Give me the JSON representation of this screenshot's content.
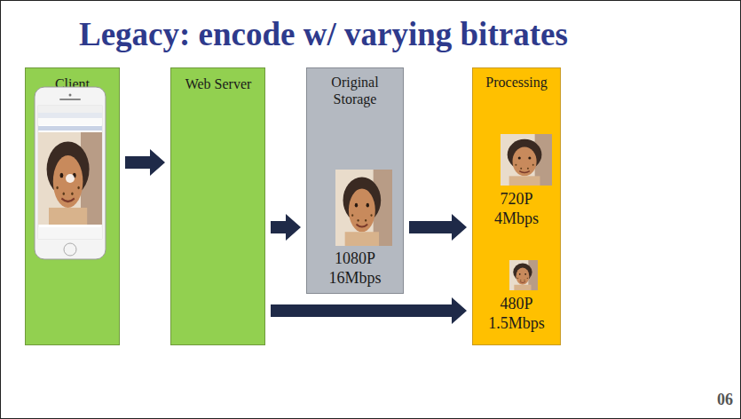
{
  "diagram": {
    "title": "Legacy: encode w/ varying bitrates",
    "nodes": [
      {
        "text": [
          "Client"
        ]
      },
      {
        "text": [
          "Web Server"
        ]
      },
      {
        "text": [
          "Original Storage",
          "1080P 16Mbps"
        ]
      },
      {
        "text": [
          "Processing",
          "720P 4Mbps",
          "480P 1.5Mbps"
        ]
      }
    ],
    "edges": [
      {
        "from": 0,
        "to": 1,
        "arrow": "to"
      },
      {
        "from": 1,
        "to": 2,
        "arrow": "to"
      },
      {
        "from": 2,
        "to": 3,
        "arrow": "to"
      },
      {
        "from": 1,
        "to": 3,
        "arrow": "to"
      }
    ],
    "labels": [
      "06"
    ]
  }
}
